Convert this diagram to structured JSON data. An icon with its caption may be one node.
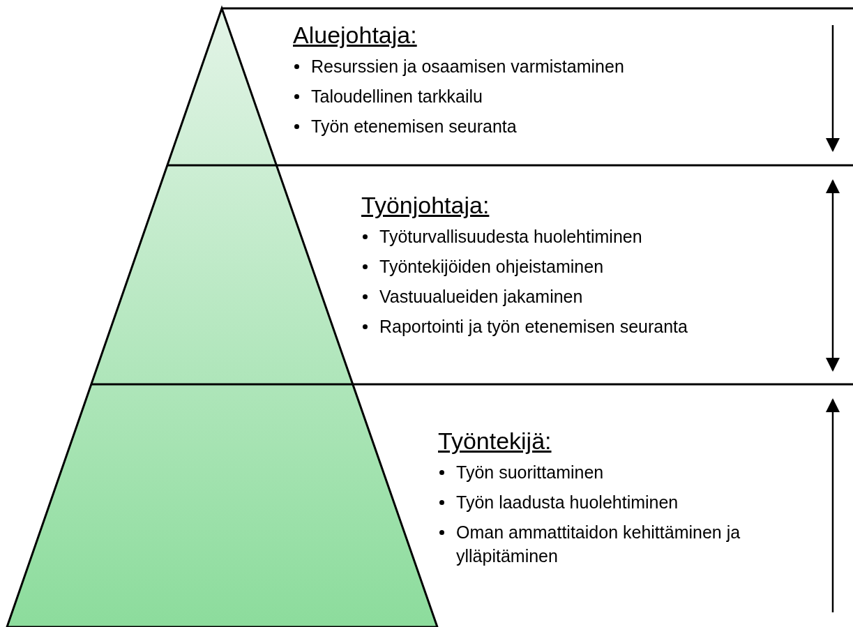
{
  "diagram": {
    "nodes": [
      {
        "text": [
          "Aluejohtaja:",
          "Resurssien ja osaamisen varmistaminen",
          "Taloudellinen tarkkailu",
          "Työn etenemisen seuranta"
        ]
      },
      {
        "text": [
          "Työnjohtaja:",
          "Työturvallisuudesta huolehtiminen",
          "Työntekijöiden ohjeistaminen",
          "Vastuualueiden jakaminen",
          "Raportointi ja työn etenemisen seuranta"
        ]
      },
      {
        "text": [
          "Työntekijä:",
          "Työn suorittaminen",
          "Työn laadusta huolehtiminen",
          "Oman ammattitaidon kehittäminen ja ylläpitäminen"
        ]
      }
    ]
  }
}
